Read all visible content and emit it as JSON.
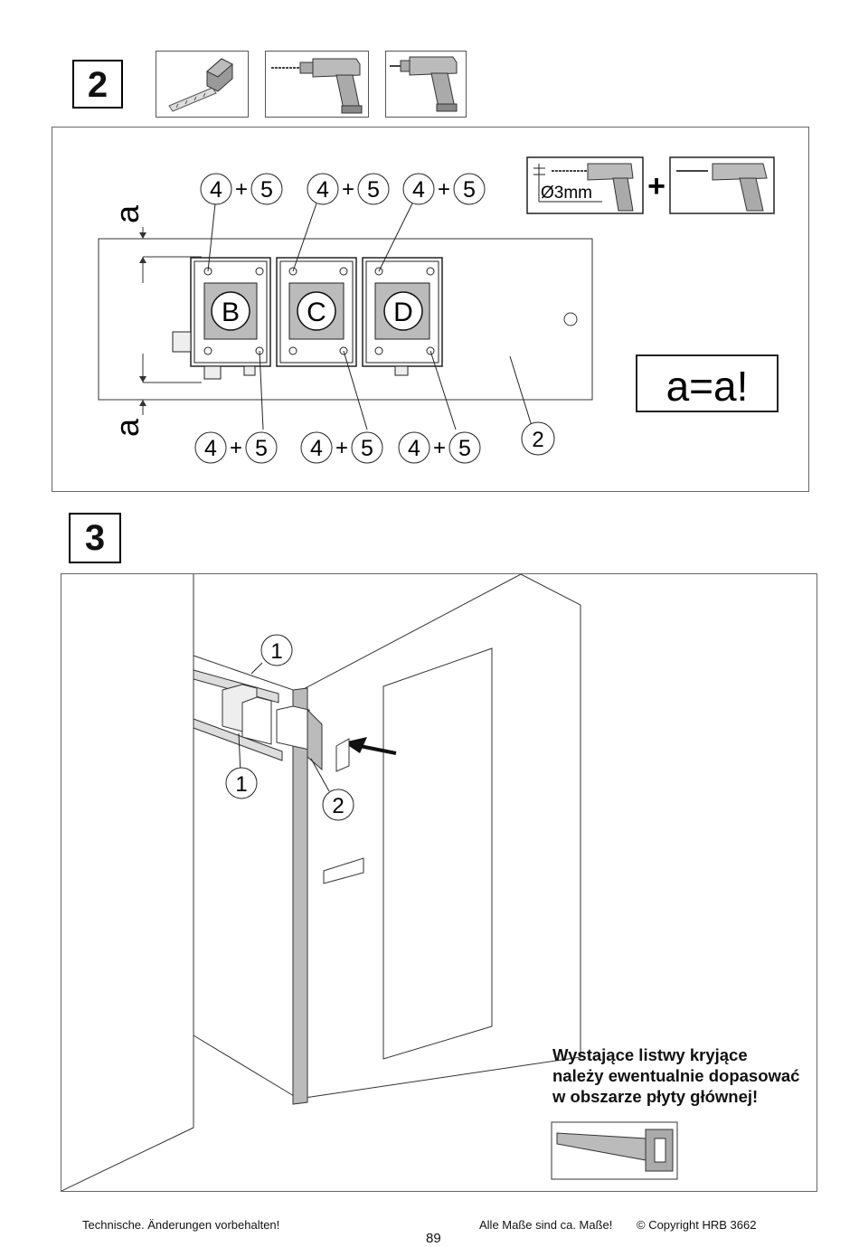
{
  "step2": {
    "number": "2",
    "tools": [
      "tape-measure-icon",
      "drill-icon",
      "screwdriver-icon"
    ],
    "drill_spec": "Ø3mm",
    "plus": "+",
    "boxes": [
      "B",
      "C",
      "D"
    ],
    "callout_top": [
      "4",
      "+",
      "5"
    ],
    "callout_bottom": [
      "4",
      "+",
      "5"
    ],
    "dim_label": "a",
    "part_label": "2",
    "equal_note": "a=a!"
  },
  "step3": {
    "number": "3",
    "labels": [
      "1",
      "1",
      "2"
    ],
    "note_lines": [
      "Wystające listwy kryjące",
      "należy ewentualnie dopasować",
      "w obszarze płyty głównej!"
    ],
    "tool": "saw-icon"
  },
  "footer": {
    "left": "Technische. Änderungen vorbehalten!",
    "right": "Alle Maße sind ca. Maße!",
    "copyright": "© Copyright HRB 3662",
    "page": "89"
  }
}
